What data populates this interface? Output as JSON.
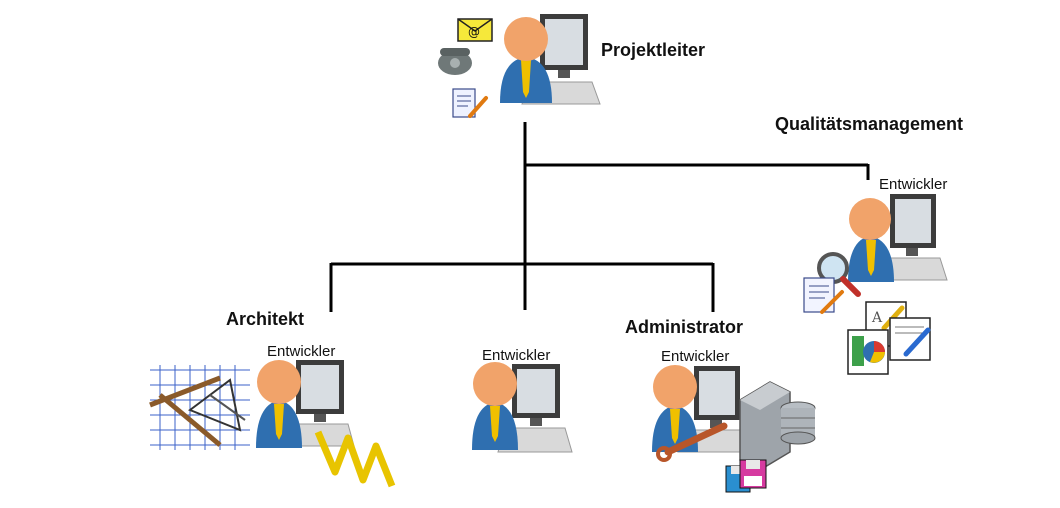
{
  "roles": {
    "project_lead": "Projektleiter",
    "quality": "Qualitätsmanagement",
    "architect": "Architekt",
    "administrator": "Administrator"
  },
  "developer_label": "Entwickler",
  "icons": {
    "project_lead": [
      "mail-icon",
      "phone-icon",
      "document-edit-icon"
    ],
    "quality": [
      "magnifier-icon",
      "document-icon",
      "report-chart-icon"
    ],
    "architect": [
      "drafting-tools-icon",
      "folding-ruler-icon"
    ],
    "administrator": [
      "wrench-icon",
      "server-icon",
      "floppy-disk-icon"
    ]
  },
  "colors": {
    "lines": "#000000",
    "shirt": "#2f6fb0",
    "tie": "#f0c000",
    "head": "#f1a36a",
    "monitor": "#4a4a4a"
  }
}
